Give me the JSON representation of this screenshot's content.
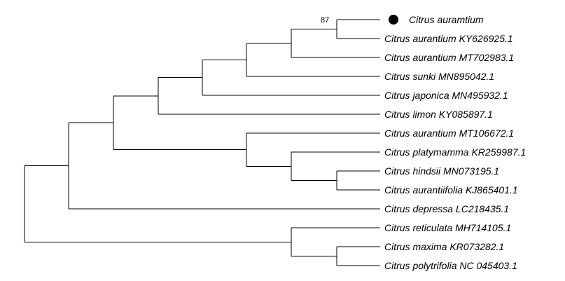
{
  "tree": {
    "marker": {
      "shape": "filled-circle",
      "color": "#000000",
      "taxon": "Citrus auramtium"
    },
    "bootstrap_values": [
      {
        "node": "n_aurantium_pair",
        "value": "87"
      }
    ],
    "taxa": [
      "Citrus auramtium",
      "Citrus aurantium KY626925.1",
      "Citrus aurantium MT702983.1",
      "Citrus sunki MN895042.1",
      "Citrus japonica MN495932.1",
      "Citrus limon KY085897.1",
      "Citrus aurantium MT106672.1",
      "Citrus platymamma KR259987.1",
      "Citrus hindsii MN073195.1",
      "Citrus aurantiifolia KJ865401.1",
      "Citrus depressa LC218435.1",
      "Citrus reticulata MH714105.1",
      "Citrus maxima KR073282.1",
      "Citrus polytrifolia NC 045403.1"
    ]
  }
}
